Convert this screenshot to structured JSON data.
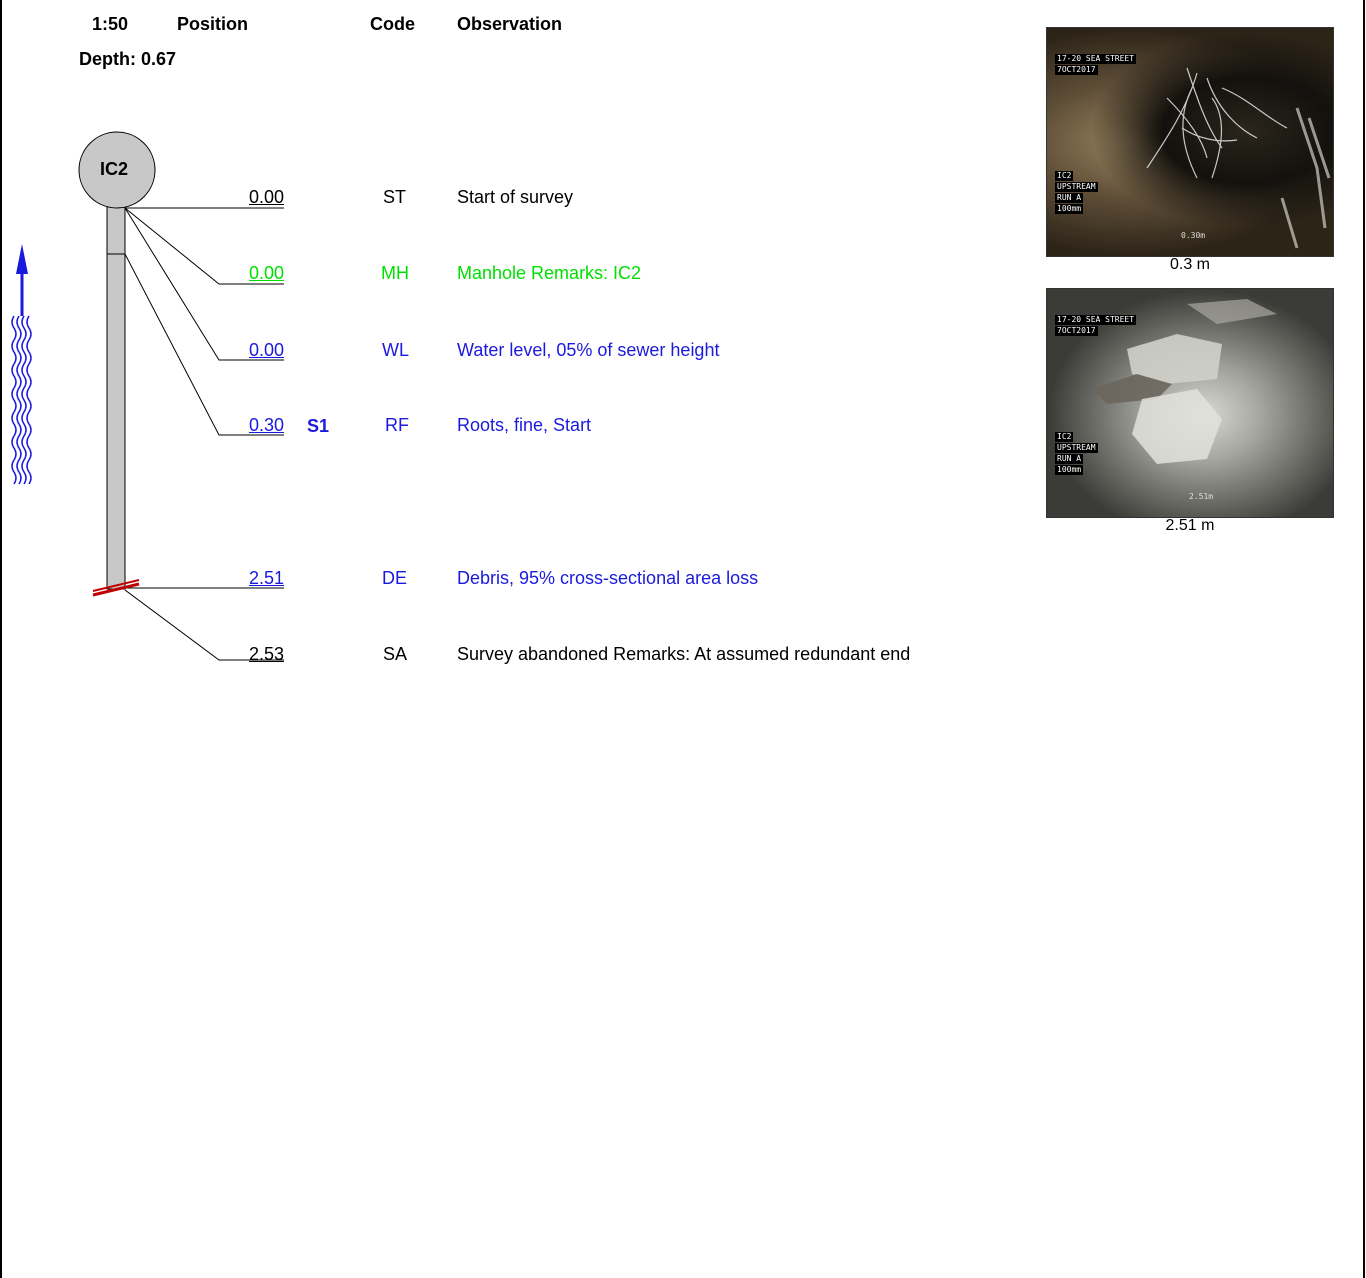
{
  "header": {
    "scale": "1:50",
    "position": "Position",
    "code": "Code",
    "observation": "Observation",
    "depth": "Depth: 0.67"
  },
  "node": {
    "label": "IC2"
  },
  "observations": [
    {
      "position": "0.00",
      "section": "",
      "code": "ST",
      "text": "Start of survey",
      "color": "#000000"
    },
    {
      "position": "0.00",
      "section": "",
      "code": "MH",
      "text": "Manhole Remarks: IC2",
      "color": "#00e000"
    },
    {
      "position": "0.00",
      "section": "",
      "code": "WL",
      "text": "Water level, 05% of sewer height",
      "color": "#1a1adf"
    },
    {
      "position": "0.30",
      "section": "S1",
      "code": "RF",
      "text": "Roots, fine, Start",
      "color": "#1a1adf"
    },
    {
      "position": "2.51",
      "section": "",
      "code": "DE",
      "text": "Debris, 95% cross-sectional area loss",
      "color": "#1a1adf"
    },
    {
      "position": "2.53",
      "section": "",
      "code": "SA",
      "text": "Survey abandoned Remarks: At assumed redundant end",
      "color": "#000000"
    }
  ],
  "photos": [
    {
      "caption": "0.3 m",
      "overlay_top": [
        "17-20 SEA STREET",
        "7OCT2017"
      ],
      "overlay_side": [
        "IC2",
        "UPSTREAM",
        "RUN A",
        "100mm"
      ],
      "stamp": "0.30m"
    },
    {
      "caption": "2.51 m",
      "overlay_top": [
        "17-20 SEA STREET",
        "7OCT2017"
      ],
      "overlay_side": [
        "IC2",
        "UPSTREAM",
        "RUN A",
        "100mm"
      ],
      "stamp": "2.51m"
    }
  ],
  "colors": {
    "pipe": "#c8c8c8",
    "flow": "#1a1adf",
    "defect": "#c00000"
  },
  "icons": [
    "flow-direction-arrow-icon",
    "water-flow-icon",
    "abandon-mark-icon"
  ]
}
